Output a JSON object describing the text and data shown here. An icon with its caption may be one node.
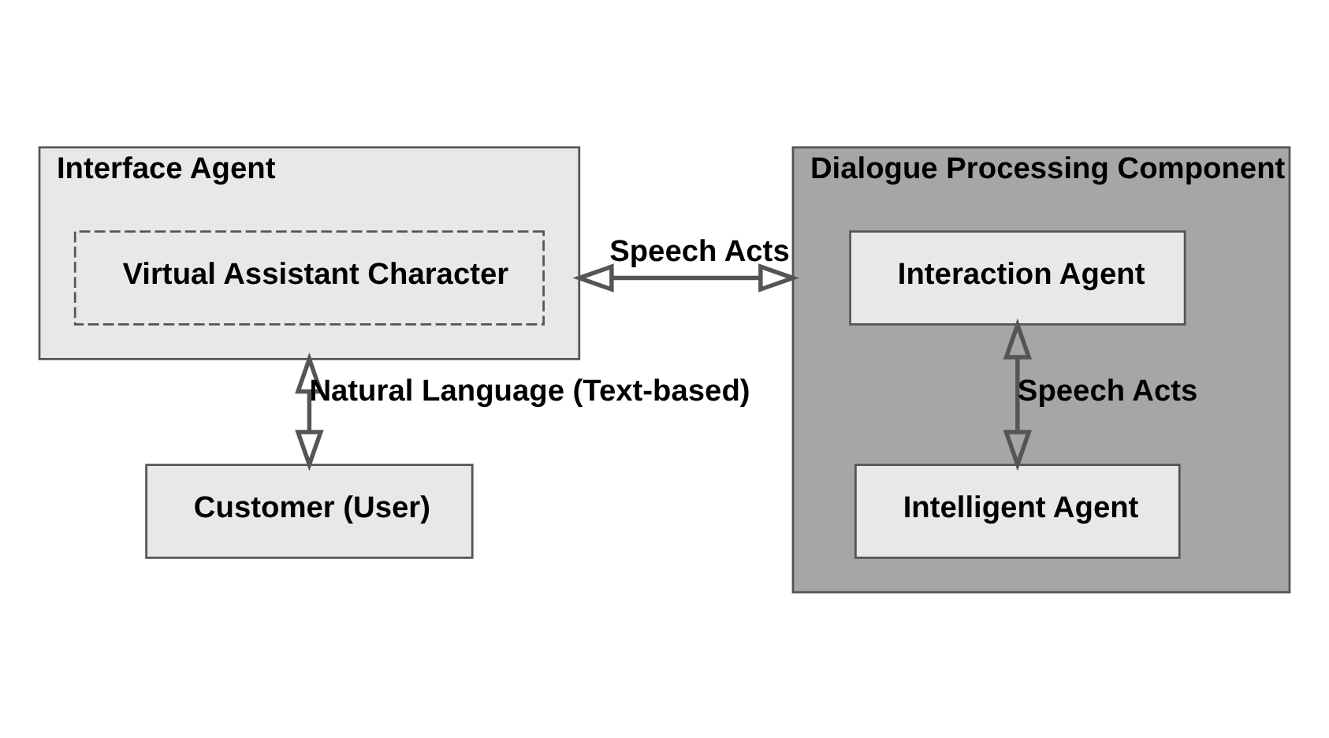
{
  "diagram": {
    "nodes": [
      {
        "text": [
          "Interface Agent"
        ]
      },
      {
        "text": [
          "Virtual Assistant Character"
        ],
        "in": 0
      },
      {
        "text": [
          "Dialogue Processing Component"
        ]
      },
      {
        "text": [
          "Interaction Agent"
        ],
        "in": 2
      },
      {
        "text": [
          "Intelligent Agent"
        ],
        "in": 2
      },
      {
        "text": [
          "Customer (User)"
        ]
      }
    ],
    "edges": [
      {
        "from": 0,
        "to": 2,
        "arrow": "both",
        "label": "Speech Acts"
      },
      {
        "from": 0,
        "to": 5,
        "arrow": "both",
        "label": "Natural Language (Text-based)"
      },
      {
        "from": 3,
        "to": 4,
        "arrow": "both",
        "label": "Speech Acts"
      }
    ]
  }
}
